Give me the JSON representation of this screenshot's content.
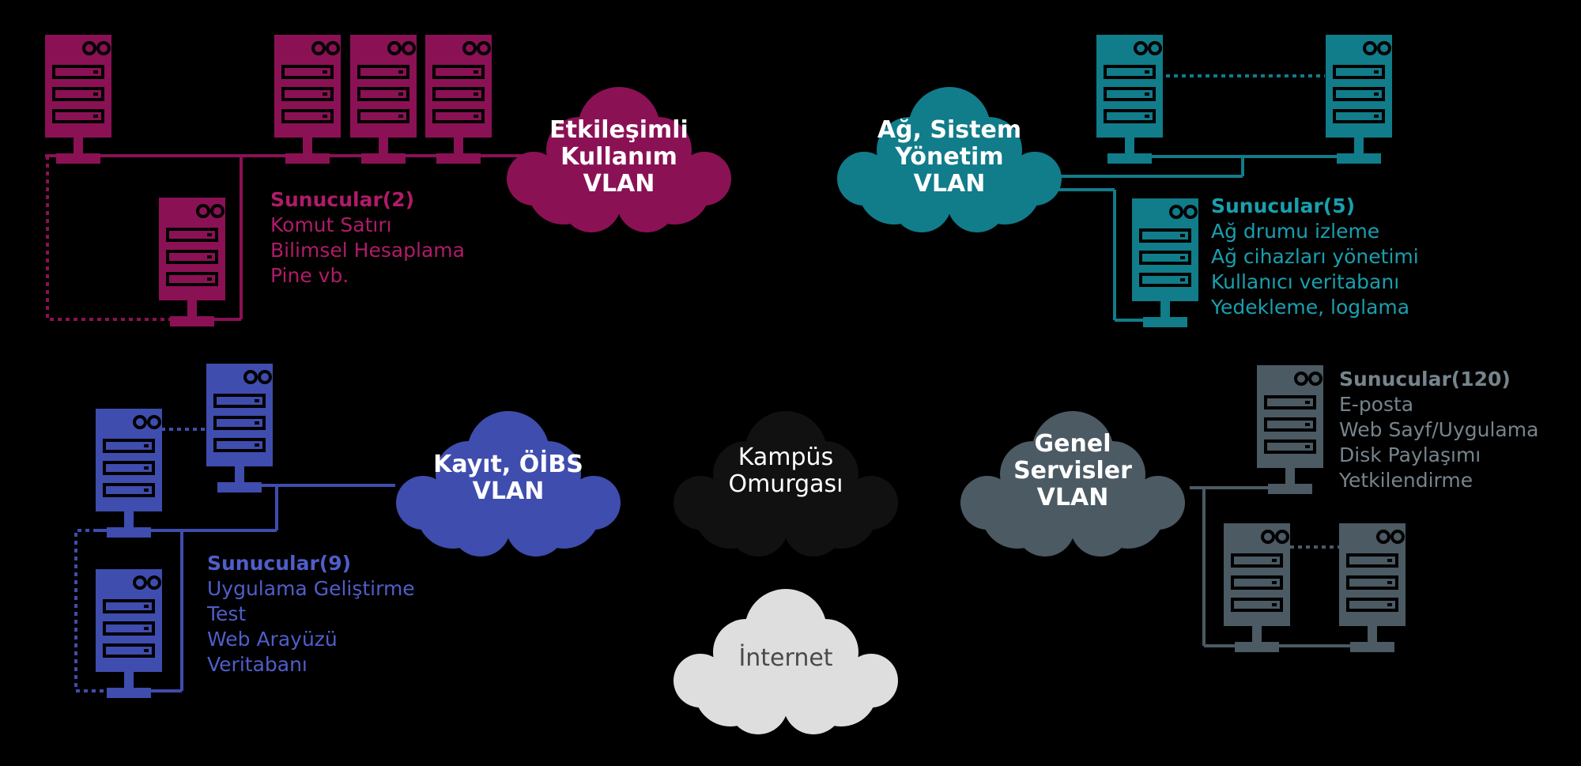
{
  "colors": {
    "background": "#000000",
    "magenta": "#8B1155",
    "magenta_text": "#B01B69",
    "teal": "#117C8A",
    "teal_text": "#1A9FAE",
    "blue": "#3F4DAE",
    "blue_text": "#4F5EC9",
    "gray": "#4B5A63",
    "gray_text": "#76848C",
    "cloud_backbone": "#111111",
    "cloud_internet": "#DEDEDE"
  },
  "clouds": {
    "interactive": {
      "lines": [
        "Etkileşimli",
        "Kullanım",
        "VLAN"
      ]
    },
    "network_mgmt": {
      "lines": [
        "Ağ, Sistem",
        "Yönetim",
        "VLAN"
      ]
    },
    "registration": {
      "lines": [
        "Kayıt, ÖİBS",
        "VLAN"
      ]
    },
    "backbone": {
      "lines": [
        "Kampüs",
        "Omurgası"
      ]
    },
    "general": {
      "lines": [
        "Genel",
        "Servisler",
        "VLAN"
      ]
    },
    "internet": {
      "lines": [
        "İnternet"
      ]
    }
  },
  "groups": {
    "interactive": {
      "title": "Sunucular(2)",
      "items": [
        "Komut Satırı",
        "Bilimsel Hesaplama",
        "Pine vb."
      ]
    },
    "network_mgmt": {
      "title": "Sunucular(5)",
      "items": [
        "Ağ drumu izleme",
        "Ağ cihazları yönetimi",
        "Kullanıcı veritabanı",
        "Yedekleme, loglama"
      ]
    },
    "registration": {
      "title": "Sunucular(9)",
      "items": [
        "Uygulama Geliştirme",
        "Test",
        "Web Arayüzü",
        "Veritabanı"
      ]
    },
    "general": {
      "title": "Sunucular(120)",
      "items": [
        "E-posta",
        "Web Sayf/Uygulama",
        "Disk Paylaşımı",
        "Yetkilendirme"
      ]
    }
  }
}
